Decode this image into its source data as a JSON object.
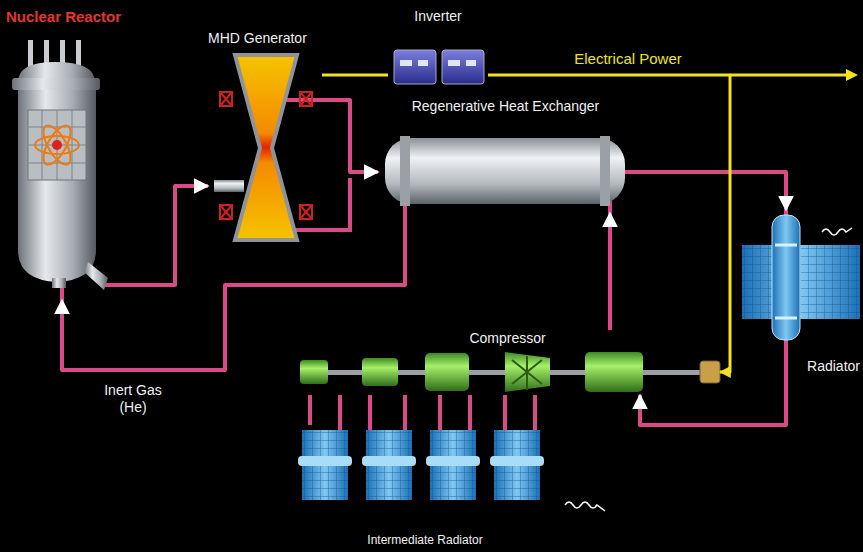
{
  "diagram": {
    "nodes": [
      {
        "text": [
          "Nuclear Reactor"
        ]
      },
      {
        "text": [
          "MHD Generator"
        ]
      },
      {
        "text": [
          "Inverter"
        ]
      },
      {
        "text": [
          "Regenerative Heat Exchanger"
        ]
      },
      {
        "text": [
          "Radiator"
        ]
      },
      {
        "text": [
          "Compressor"
        ]
      },
      {
        "text": [
          "Intermediate Radiator"
        ]
      }
    ],
    "edges": [
      {
        "from": 0,
        "to": 1,
        "arrow": "to"
      },
      {
        "from": 1,
        "to": 3,
        "arrow": "to"
      },
      {
        "from": 3,
        "to": 4,
        "arrow": "to"
      },
      {
        "from": 4,
        "to": 5,
        "arrow": "to"
      },
      {
        "from": 5,
        "to": 3,
        "arrow": "to"
      },
      {
        "from": 3,
        "to": 0,
        "arrow": "to"
      },
      {
        "from": 1,
        "to": 2,
        "arrow": "none"
      },
      {
        "from": 2,
        "to": 5,
        "arrow": "to"
      },
      {
        "from": 5,
        "to": 6,
        "arrow": "none"
      }
    ],
    "labels": [
      "Inert Gas (He)",
      "Electrical Power"
    ]
  }
}
